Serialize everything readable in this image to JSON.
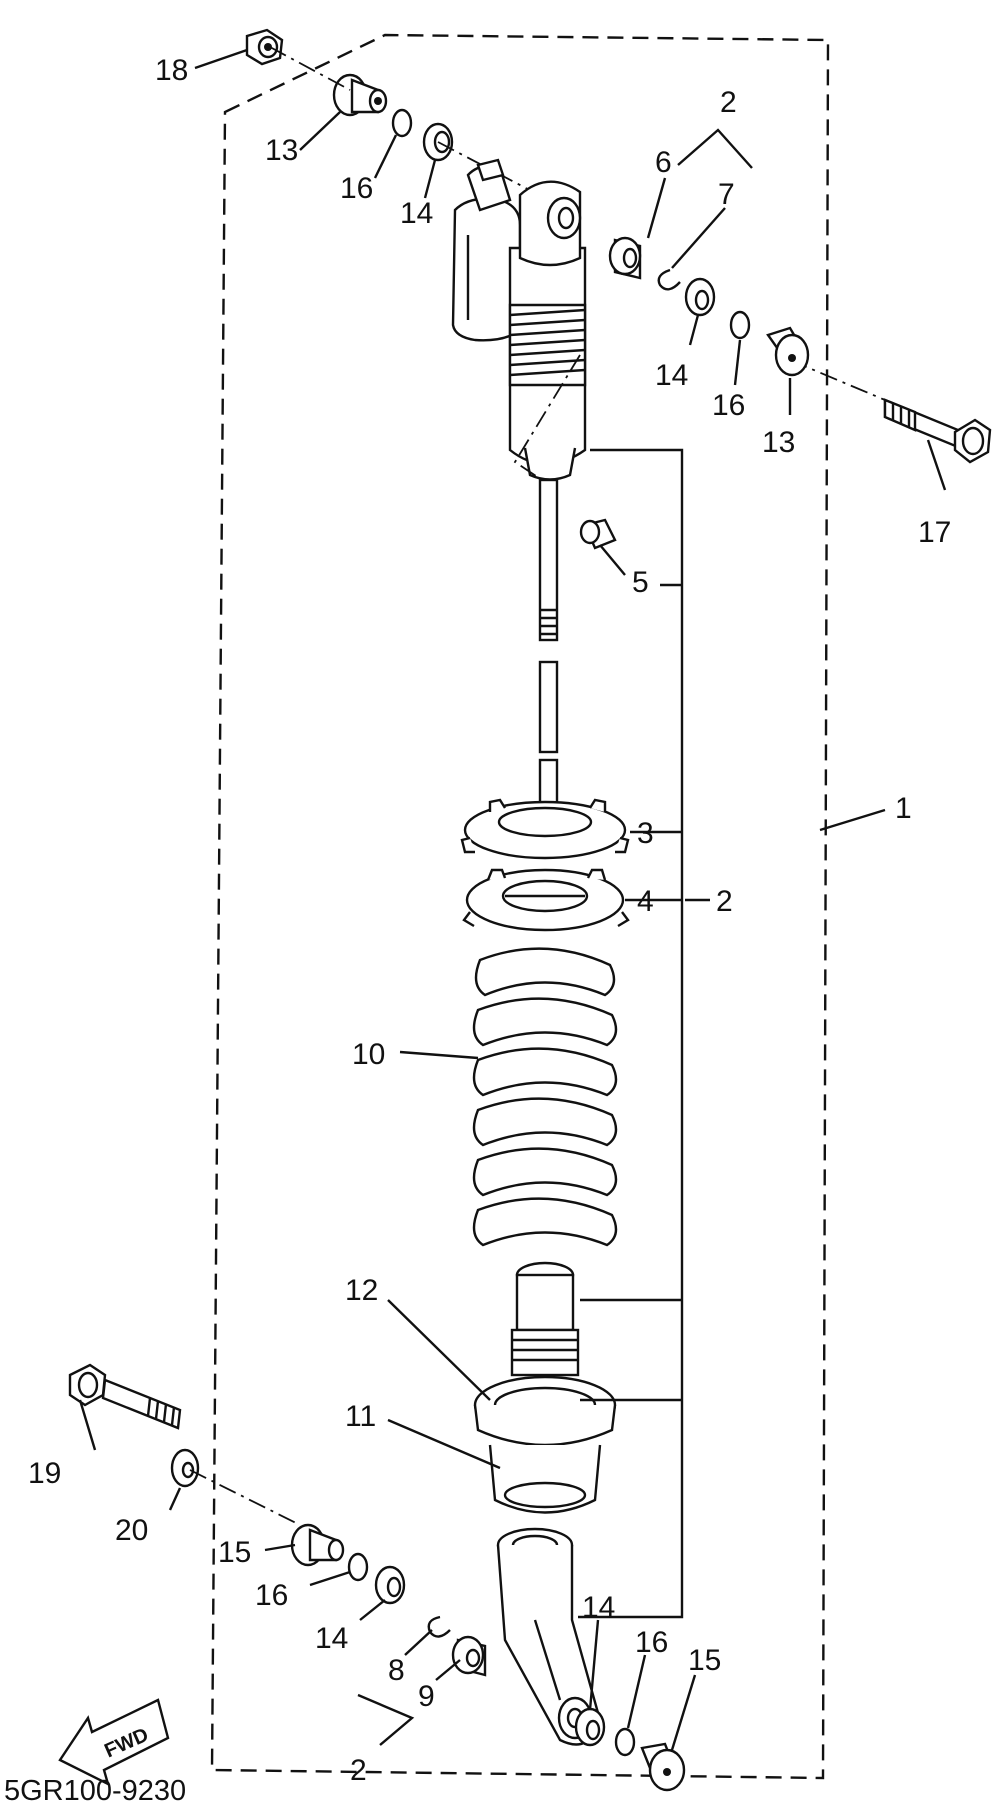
{
  "diagram_code": "5GR100-9230",
  "fwd_label": "FWD",
  "callouts": {
    "c1": "1",
    "c2_top": "2",
    "c2_mid": "2",
    "c2_bot": "2",
    "c3": "3",
    "c4": "4",
    "c5": "5",
    "c6": "6",
    "c7": "7",
    "c8": "8",
    "c9": "9",
    "c10": "10",
    "c11": "11",
    "c12": "12",
    "c13_top": "13",
    "c13_right": "13",
    "c14_top": "14",
    "c14_right": "14",
    "c14_lower_left": "14",
    "c14_lower_right": "14",
    "c15_left": "15",
    "c15_right": "15",
    "c16_top": "16",
    "c16_right": "16",
    "c16_lower_left": "16",
    "c16_lower_right": "16",
    "c17": "17",
    "c18": "18",
    "c19": "19",
    "c20": "20"
  }
}
